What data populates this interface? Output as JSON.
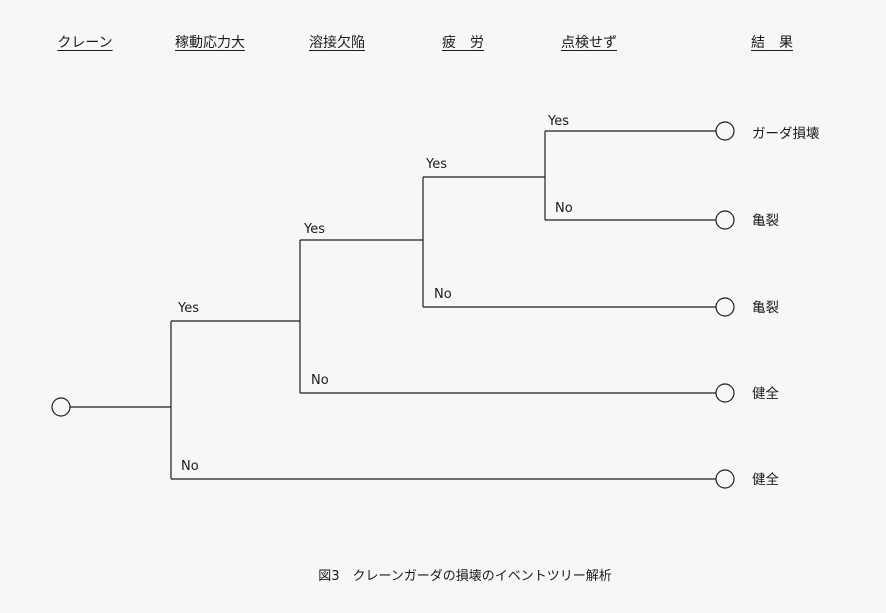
{
  "headers": [
    "クレーン",
    "稼動応力大",
    "溶接欠陥",
    "疲　労",
    "点検せず",
    "結　果"
  ],
  "branch_labels": {
    "yes": "Yes",
    "no": "No"
  },
  "outcomes": [
    "ガーダ損壊",
    "亀裂",
    "亀裂",
    "健全",
    "健全"
  ],
  "caption": "図3　クレーンガーダの損壊のイベントツリー解析",
  "colors": {
    "line": "#1f1f1f",
    "background": "#f7f7f7"
  }
}
